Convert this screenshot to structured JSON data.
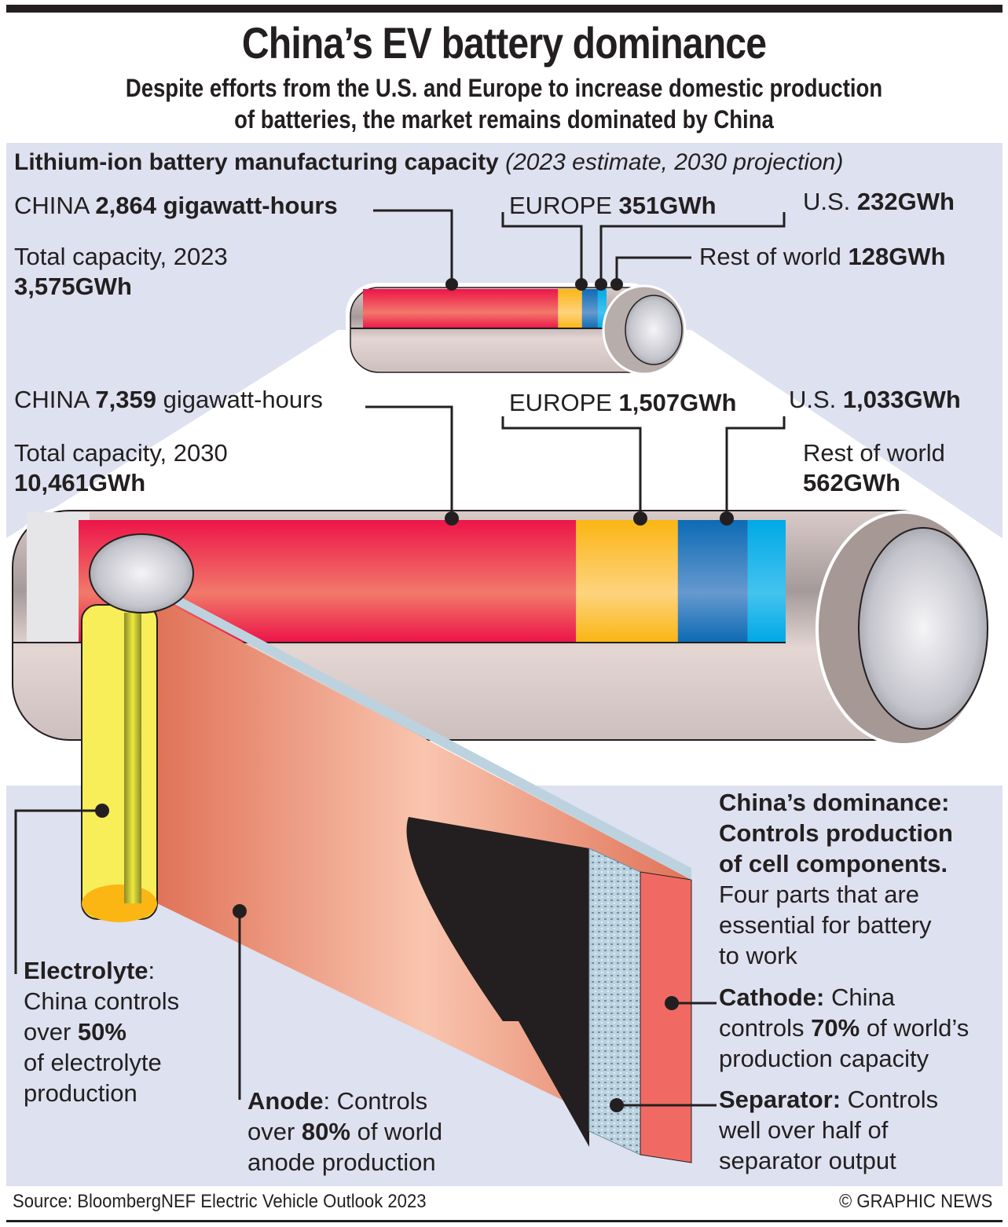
{
  "header": {
    "title": "China’s EV battery dominance",
    "subtitle_line1": "Despite efforts from the U.S. and Europe to increase domestic production",
    "subtitle_line2": "of batteries, the market remains dominated by China"
  },
  "capacity": {
    "section_title": "Lithium-ion battery manufacturing capacity",
    "section_note": "(2023 estimate, 2030 projection)",
    "unit": "GWh",
    "y2023": {
      "china_prefix": "CHINA",
      "china_value": "2,864 gigawatt-hours",
      "total_label": "Total capacity, 2023",
      "total_value": "3,575GWh",
      "europe_prefix": "EUROPE",
      "europe_value": "351GWh",
      "us_prefix": "U.S.",
      "us_value": "232GWh",
      "row_prefix": "Rest of world",
      "row_value": "128GWh"
    },
    "y2030": {
      "china_prefix": "CHINA",
      "china_value": "7,359",
      "china_suffix": "gigawatt-hours",
      "total_label": "Total capacity, 2030",
      "total_value": "10,461GWh",
      "europe_prefix": "EUROPE",
      "europe_value": "1,507GWh",
      "us_prefix": "U.S.",
      "us_value": "1,033GWh",
      "row_prefix": "Rest of world",
      "row_value": "562GWh"
    }
  },
  "chart_data": {
    "type": "bar",
    "title": "Lithium-ion battery manufacturing capacity (2023 estimate, 2030 projection)",
    "xlabel": "",
    "ylabel": "GWh",
    "categories": [
      "2023",
      "2030"
    ],
    "series": [
      {
        "name": "China",
        "values": [
          2864,
          7359
        ],
        "color": "#e8174a"
      },
      {
        "name": "Europe",
        "values": [
          351,
          1507
        ],
        "color": "#fbb614"
      },
      {
        "name": "U.S.",
        "values": [
          232,
          1033
        ],
        "color": "#1f72b8"
      },
      {
        "name": "Rest of world",
        "values": [
          128,
          562
        ],
        "color": "#1fb2ea"
      }
    ],
    "totals": [
      3575,
      10461
    ],
    "stacked": true,
    "orientation": "horizontal"
  },
  "components": {
    "intro_bold_1": "China’s dominance:",
    "intro_bold_2": "Controls production",
    "intro_bold_3": "of cell components.",
    "intro_1": "Four parts that are",
    "intro_2": "essential for battery",
    "intro_3": "to work",
    "electrolyte": {
      "name": "Electrolyte",
      "colon": ":",
      "line1": "China controls",
      "line2_pre": "over ",
      "share": "50%",
      "line3": "of electrolyte",
      "line4": "production"
    },
    "anode": {
      "name": "Anode",
      "colon": ": Controls",
      "line2_pre": "over ",
      "share": "80%",
      "line2_post": " of world",
      "line3": "anode production"
    },
    "cathode": {
      "name": "Cathode:",
      "line1_post": " China",
      "line2_pre": "controls ",
      "share": "70%",
      "line2_post": " of world’s",
      "line3": "production capacity"
    },
    "separator": {
      "name": "Separator:",
      "line1_post": " Controls",
      "line2": "well over half of",
      "line3": "separator output"
    }
  },
  "footer": {
    "source": "Source: BloombergNEF Electric Vehicle Outlook 2023",
    "credit": "© GRAPHIC NEWS"
  },
  "colors": {
    "panel": "#dde1f0",
    "china": "#e8174a",
    "europe": "#fbb614",
    "us": "#1f72b8",
    "row": "#1fb2ea",
    "casing": "#cdbfbd",
    "electrolyte": "#f7ee5a",
    "anode": "#e57f63",
    "cathode": "#f06a63",
    "graphite": "#231f20"
  }
}
